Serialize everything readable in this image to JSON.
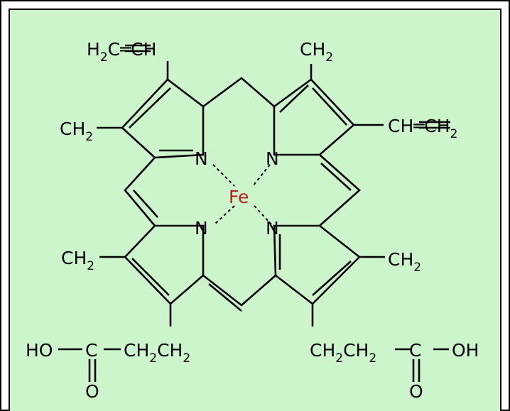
{
  "molecule": {
    "center_atom": "Fe",
    "nitrogen": "N",
    "groups": {
      "vinyl_left": {
        "a": "H",
        "a_sub": "2",
        "b": "C═CH"
      },
      "methyl_top_right": {
        "a": "CH",
        "a_sub": "2"
      },
      "methyl_upper_left": {
        "a": "CH",
        "a_sub": "2"
      },
      "vinyl_right": {
        "a": "CH═CH",
        "a_sub": "2"
      },
      "methyl_lower_left": {
        "a": "CH",
        "a_sub": "2"
      },
      "methyl_lower_right": {
        "a": "CH",
        "a_sub": "2"
      },
      "propionic_left": {
        "ho": "HO",
        "c": "C",
        "chain_a": "CH",
        "sub_a": "2",
        "chain_b": "CH",
        "sub_b": "2",
        "o": "O"
      },
      "propionic_right": {
        "chain_a": "CH",
        "sub_a": "2",
        "chain_b": "CH",
        "sub_b": "2",
        "c": "C",
        "oh": "OH",
        "o": "O"
      }
    },
    "colors": {
      "background": "#ccf5cc",
      "fe": "#b81e1e"
    }
  }
}
